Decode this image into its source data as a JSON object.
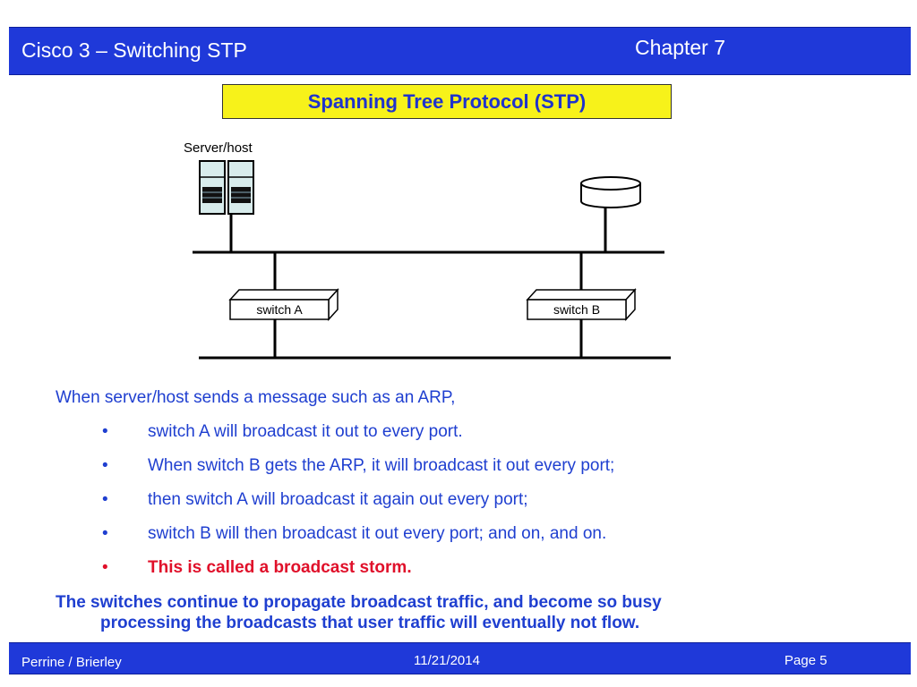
{
  "header": {
    "title": "Cisco 3 – Switching STP",
    "chapter": "Chapter 7"
  },
  "slide_title": "Spanning Tree Protocol (STP)",
  "diagram": {
    "server_label": "Server/host",
    "switch_a_label": "switch A",
    "switch_b_label": "switch B",
    "icons": [
      "server-host-icon",
      "router-cylinder-icon",
      "switch-a-icon",
      "switch-b-icon"
    ]
  },
  "body": {
    "intro": "When server/host sends a message such as an ARP,",
    "bullets": [
      "switch A will broadcast it out to every port.",
      "When switch B gets the ARP, it will broadcast it out every port;",
      "then switch A will broadcast it again out every port;",
      "switch B will then broadcast it out every port; and on, and on.",
      "This is called a broadcast storm."
    ],
    "bullet_char": "•",
    "conclusion_line1": "The switches continue to propagate broadcast traffic, and become so busy",
    "conclusion_line2": "processing the broadcasts that user traffic will eventually not flow."
  },
  "footer": {
    "left": "Perrine / Brierley",
    "center": "11/21/2014",
    "right": "Page 5"
  },
  "colors": {
    "header_bg": "#1f39d9",
    "title_bg": "#f7f21a",
    "title_text": "#1f33cc",
    "body_text": "#1f3fd0",
    "emphasis": "#e0102a"
  }
}
